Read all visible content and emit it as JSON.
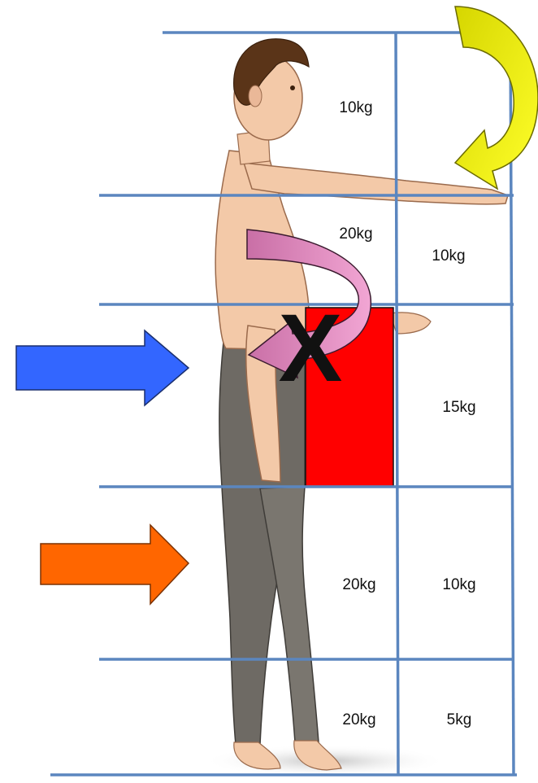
{
  "zones": [
    {
      "id": "upper-inner",
      "label": "10kg"
    },
    {
      "id": "shoulder-inner",
      "label": "20kg"
    },
    {
      "id": "shoulder-outer",
      "label": "10kg"
    },
    {
      "id": "waist-outer",
      "label": "15kg"
    },
    {
      "id": "thigh-inner",
      "label": "20kg"
    },
    {
      "id": "thigh-outer",
      "label": "10kg"
    },
    {
      "id": "low-inner",
      "label": "20kg"
    },
    {
      "id": "low-outer",
      "label": "5kg"
    }
  ],
  "forbidden_mark": "X",
  "colors": {
    "grid_lines": "#5b86bf",
    "blocked_zone": "#ff0000",
    "blue_arrow": "#3366ff",
    "orange_arrow": "#ff6600",
    "yellow_arrow": "#f2f200",
    "pink_arrow": "#e98fc4",
    "trousers": "#6e6a64",
    "skin": "#f3c9a8",
    "hair": "#5a3418"
  },
  "icons": [
    "blue-arrow-right",
    "orange-arrow-right",
    "yellow-curved-arrow",
    "pink-twist-arrow",
    "forbidden-x"
  ]
}
